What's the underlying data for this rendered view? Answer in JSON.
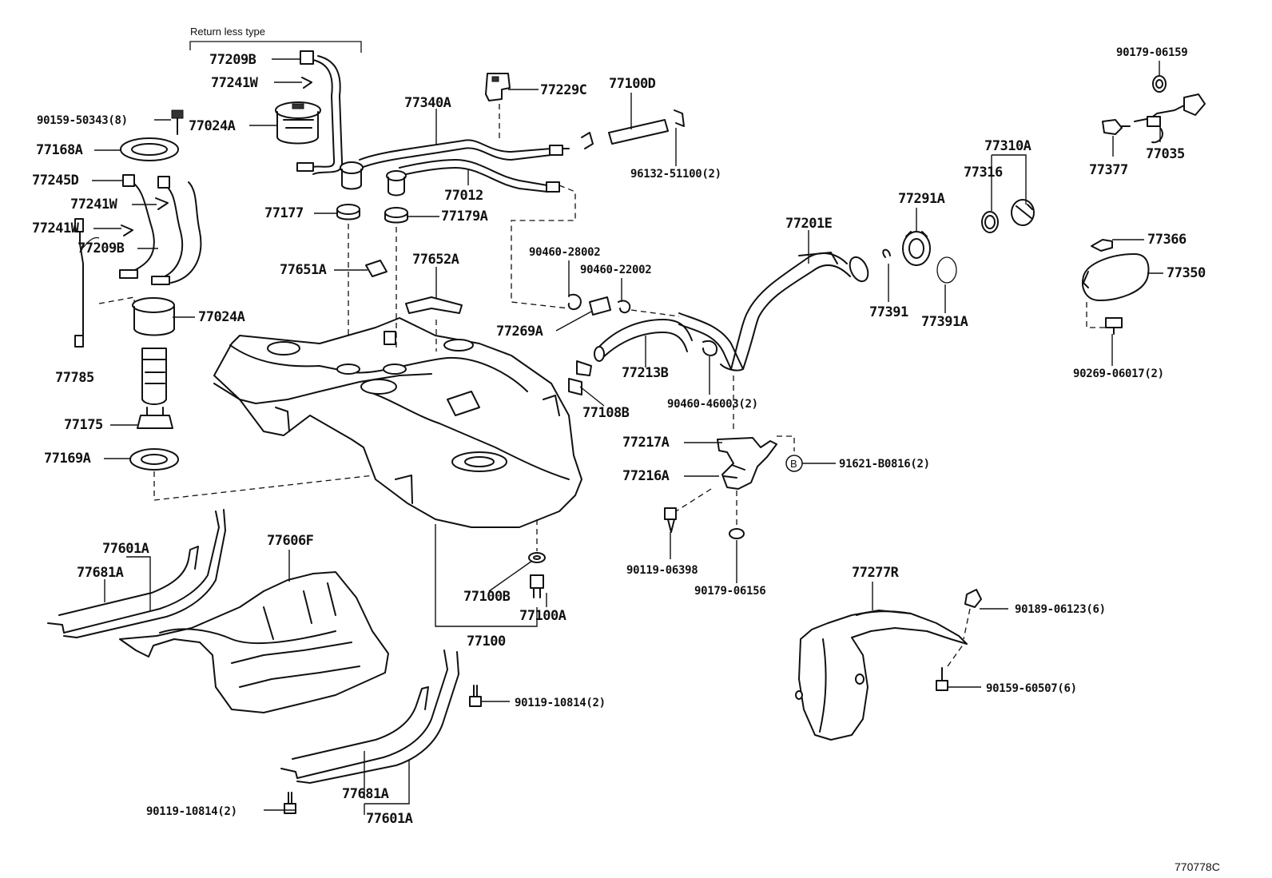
{
  "header": {
    "note": "Return less type"
  },
  "diagram_id": "770778C",
  "labels": {
    "l77209B_top": "77209B",
    "l77241W_top": "77241W",
    "l90159_50343": "90159-50343(8)",
    "l77024A_top": "77024A",
    "l77168A": "77168A",
    "l77245D": "77245D",
    "l77241W_mid": "77241W",
    "l77241W_low": "77241W",
    "l77209B_low": "77209B",
    "l77024A_low": "77024A",
    "l77785": "77785",
    "l77175": "77175",
    "l77169A": "77169A",
    "l77340A": "77340A",
    "l77229C": "77229C",
    "l77100D": "77100D",
    "l96132_51100": "96132-51100(2)",
    "l77012": "77012",
    "l77177": "77177",
    "l77179A": "77179A",
    "l77651A": "77651A",
    "l77652A": "77652A",
    "l90460_28002": "90460-28002",
    "l90460_22002": "90460-22002",
    "l77269A": "77269A",
    "l77213B": "77213B",
    "l77108B": "77108B",
    "l90460_46003": "90460-46003(2)",
    "l77201E": "77201E",
    "l77310A": "77310A",
    "l77316": "77316",
    "l77291A": "77291A",
    "l77391": "77391",
    "l77391A": "77391A",
    "l90179_06159": "90179-06159",
    "l77377": "77377",
    "l77035": "77035",
    "l77366": "77366",
    "l77350": "77350",
    "l90269_06017": "90269-06017(2)",
    "l77217A": "77217A",
    "l77216A": "77216A",
    "l91621_B0816": "91621-B0816(2)",
    "l90119_06398": "90119-06398",
    "l90179_06156": "90179-06156",
    "l77277R": "77277R",
    "l90189_06123": "90189-06123(6)",
    "l90159_60507": "90159-60507(6)",
    "l77601A_top": "77601A",
    "l77681A_top": "77681A",
    "l77606F": "77606F",
    "l77100B": "77100B",
    "l77100A": "77100A",
    "l77100": "77100",
    "l90119_10814_mid": "90119-10814(2)",
    "l90119_10814_low": "90119-10814(2)",
    "l77681A_low": "77681A",
    "l77601A_low": "77601A",
    "circle_b": "B"
  }
}
